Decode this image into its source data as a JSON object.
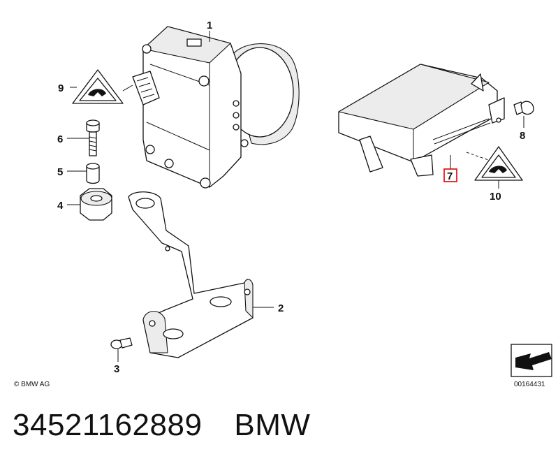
{
  "diagram": {
    "callouts": {
      "c1": "1",
      "c2": "2",
      "c3": "3",
      "c4": "4",
      "c5": "5",
      "c6": "6",
      "c7": "7",
      "c8": "8",
      "c9": "9",
      "c10": "10"
    },
    "copyright": "© BMW AG",
    "image_number": "00164431",
    "highlight_color": "#e00000"
  },
  "footer": {
    "part_number": "34521162889",
    "brand": "BMW"
  }
}
